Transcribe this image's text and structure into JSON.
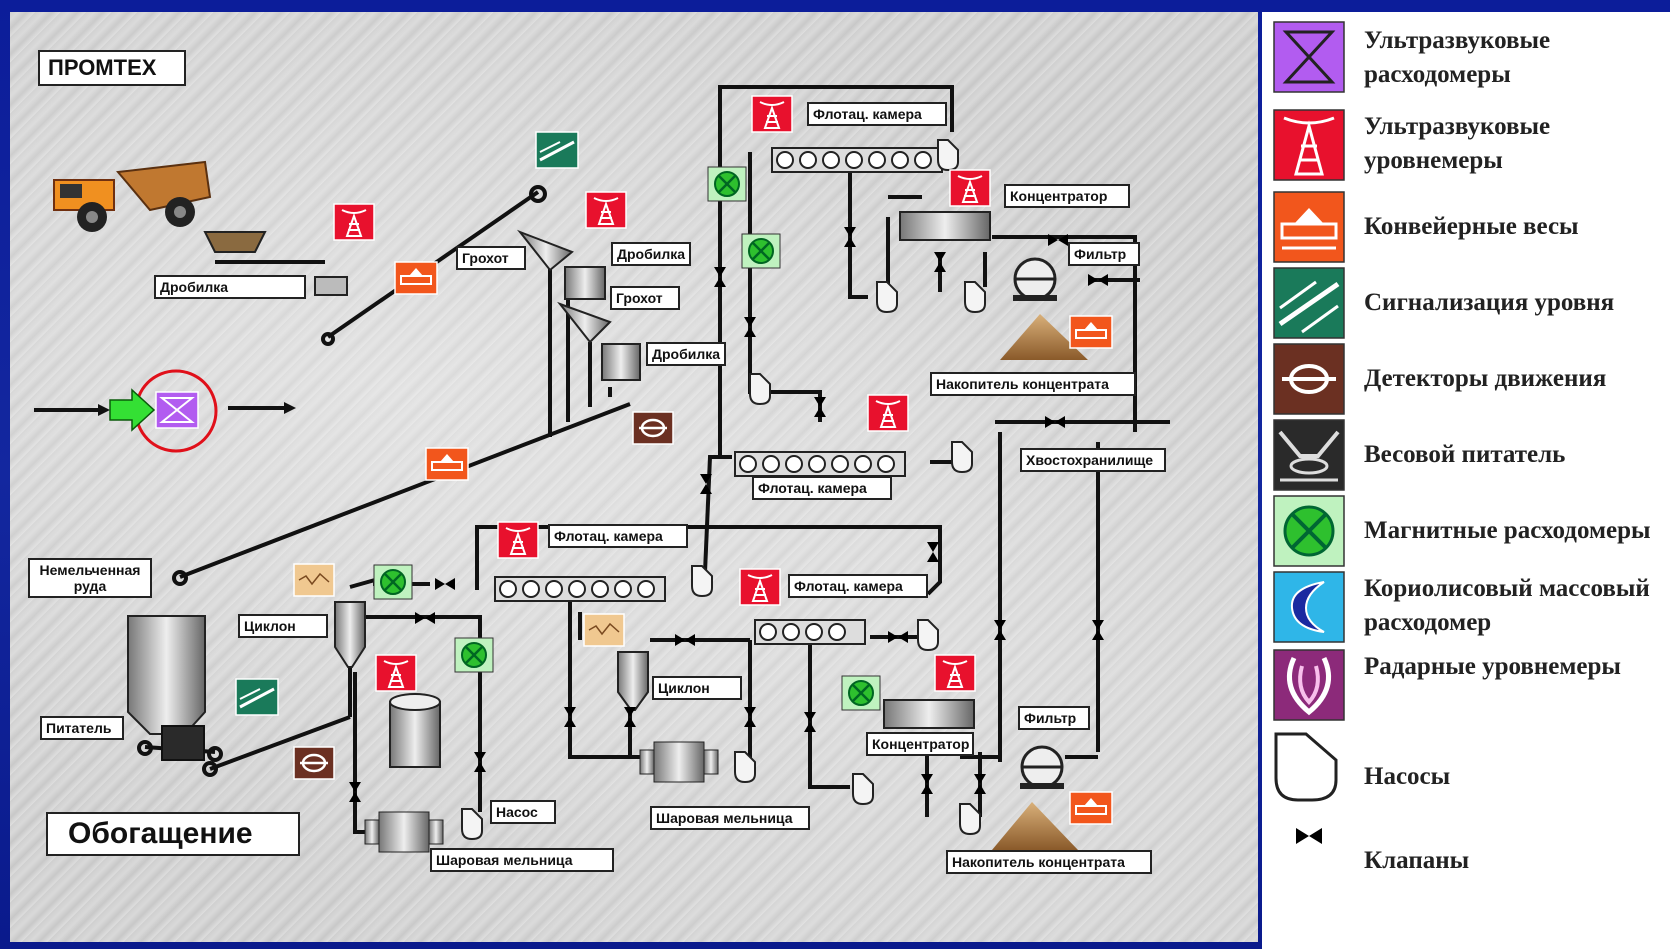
{
  "company_label": "ПРОМТЕХ",
  "section_title": "Обогащение",
  "diagram_labels": {
    "crusher_1": "Дробилка",
    "screen_1": "Грохот",
    "crusher_2": "Дробилка",
    "screen_2": "Грохот",
    "crusher_3": "Дробилка",
    "raw_ore": "Немельченная руда",
    "feeder": "Питатель",
    "cyclone_1": "Циклон",
    "pump": "Насос",
    "ball_mill_1": "Шаровая мельница",
    "flot_cell_1": "Флотац. камера",
    "flot_cell_2": "Флотац. камера",
    "flot_cell_3": "Флотац. камера",
    "flot_cell_4": "Флотац. камера",
    "concentrator_1": "Концентратор",
    "filter_1": "Фильтр",
    "storage_1": "Накопитель концентрата",
    "tailings": "Хвостохранилище",
    "cyclone_2": "Циклон",
    "ball_mill_2": "Шаровая мельница",
    "concentrator_2": "Концентратор",
    "filter_2": "Фильтр",
    "storage_2": "Накопитель концентрата"
  },
  "legend": [
    {
      "icon": "ultrasonic-flowmeter-icon",
      "text": "Ультразвуковые расходомеры",
      "color": "#b25cf0"
    },
    {
      "icon": "ultrasonic-level-icon",
      "text": "Ультразвуковые уровнемеры",
      "color": "#e8112d"
    },
    {
      "icon": "conveyor-scale-icon",
      "text": "Конвейерные весы",
      "color": "#f2561c"
    },
    {
      "icon": "level-alarm-icon",
      "text": "Сигнализация уровня",
      "color": "#1a7a5a"
    },
    {
      "icon": "motion-detector-icon",
      "text": "Детекторы движения",
      "color": "#6b3022"
    },
    {
      "icon": "weigh-feeder-icon",
      "text": "Весовой питатель",
      "color": "#2a2a2a"
    },
    {
      "icon": "magnetic-flowmeter-icon",
      "text": "Магнитные расходомеры",
      "color": "#7be07b"
    },
    {
      "icon": "coriolis-flowmeter-icon",
      "text": "Кориолисовый массовый расходомер",
      "color": "#2fb6e8"
    },
    {
      "icon": "radar-level-icon",
      "text": "Радарные уровнемеры",
      "color": "#8c2a7a"
    },
    {
      "icon": "pump-icon",
      "text": "Насосы",
      "color": "#ffffff"
    },
    {
      "icon": "valve-icon",
      "text": "Клапаны",
      "color": "#000000"
    }
  ]
}
